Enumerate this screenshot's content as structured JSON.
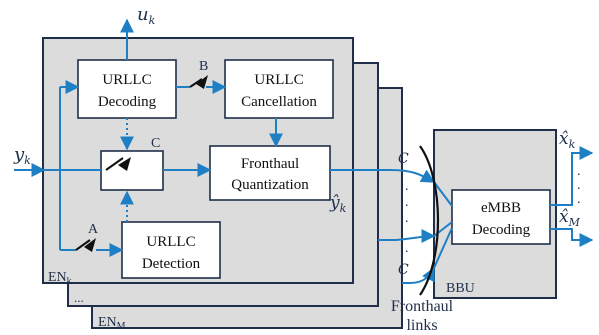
{
  "diagram": {
    "labels": {
      "u_k": "u",
      "u_k_sub": "k",
      "y_k": "y",
      "y_k_sub": "k",
      "yhat_k": "ŷ",
      "yhat_k_sub": "k",
      "xhat_k": "x̂",
      "xhat_k_sub": "k",
      "xhat_M": "x̂",
      "xhat_M_sub": "M",
      "switch_a": "A",
      "switch_b": "B",
      "switch_c": "C",
      "en_k": "EN",
      "en_k_sub": "k",
      "en_dots": "...",
      "en_m": "EN",
      "en_m_sub": "M",
      "capacity_c": "C",
      "bbu": "BBU",
      "fronthaul_links_line1": "Fronthaul",
      "fronthaul_links_line2": "links",
      "vdots_left": ".",
      "vdots_right": "."
    },
    "blocks": {
      "urllc_decoding_line1": "URLLC",
      "urllc_decoding_line2": "Decoding",
      "urllc_cancellation_line1": "URLLC",
      "urllc_cancellation_line2": "Cancellation",
      "fronthaul_quantization_line1": "Fronthaul",
      "fronthaul_quantization_line2": "Quantization",
      "urllc_detection_line1": "URLLC",
      "urllc_detection_line2": "Detection",
      "embb_decoding_line1": "eMBB",
      "embb_decoding_line2": "Decoding"
    },
    "colors": {
      "wire": "#1f7fc4",
      "panel_fill": "#dcdcdc",
      "outline": "#1f2f4a"
    }
  }
}
